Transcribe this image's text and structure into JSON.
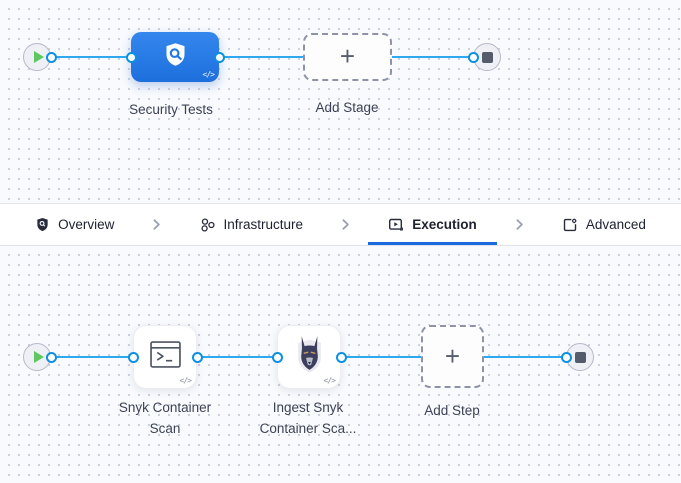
{
  "pipeline": {
    "stage_row": {
      "stage_label": "Security Tests",
      "stage_icon": "shield-scan-icon",
      "add_stage_label": "Add Stage"
    },
    "tabs": [
      {
        "label": "Overview",
        "icon": "shield-icon",
        "active": false
      },
      {
        "label": "Infrastructure",
        "icon": "cluster-icon",
        "active": false
      },
      {
        "label": "Execution",
        "icon": "play-box-icon",
        "active": true
      },
      {
        "label": "Advanced",
        "icon": "gear-box-icon",
        "active": false
      }
    ],
    "step_row": {
      "steps": [
        {
          "label": "Snyk Container Scan",
          "icon": "terminal-icon"
        },
        {
          "label": "Ingest Snyk Container Sca...",
          "icon": "snyk-dog-icon"
        }
      ],
      "add_step_label": "Add Step"
    }
  },
  "glyphs": {
    "plus": "+",
    "code": "</>"
  },
  "colors": {
    "stage_node_blue": "#2478e5",
    "connector_blue": "#2ea9f0",
    "port_ring_blue": "#0b90e2",
    "active_tab_underline": "#1b6be0",
    "start_play_green": "#5fc75f",
    "end_square_gray": "#565b6c",
    "canvas_bg": "#f8fafd",
    "label_text": "#3d4254"
  }
}
